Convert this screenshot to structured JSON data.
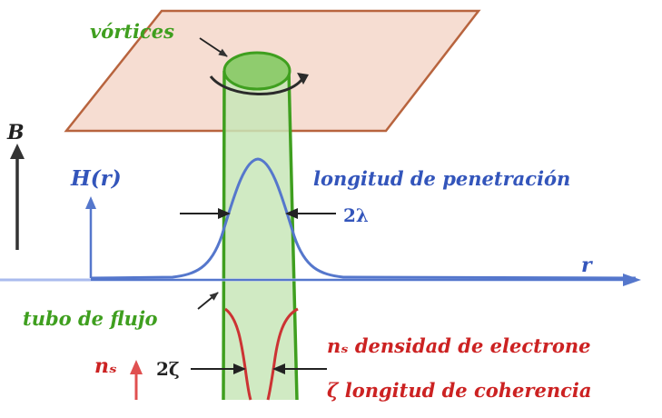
{
  "labels": {
    "vortices": "vórtices",
    "B": "B",
    "H": "H(r)",
    "penetration": "longitud de penetración",
    "two_lambda": "2λ",
    "r": "r",
    "flux_tube": "tubo de flujo",
    "ns": "nₛ",
    "two_zeta": "2ζ",
    "electron_density": "nₛ densidad de electrone",
    "coherence": "ζ longitud de coherencia"
  },
  "colors": {
    "plane_fill": "#f6ddd2",
    "plane_edge": "#b8643e",
    "tube_fill": "#c8e6b8",
    "tube_edge": "#3f9f1f",
    "field_curve": "#5577cc",
    "density_curve": "#cc3333",
    "axis_blue": "#5577cc",
    "arrow_dark": "#333333"
  }
}
